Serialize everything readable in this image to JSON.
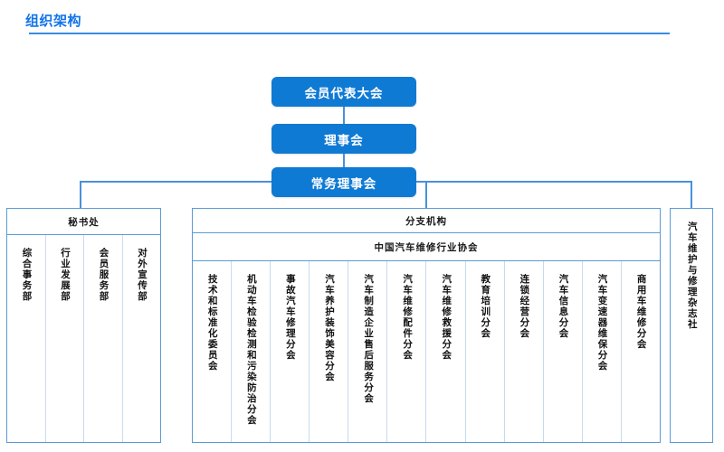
{
  "page": {
    "title": "组织架构"
  },
  "colors": {
    "accent": "#1273ea",
    "node_fill": "#0f7ad4",
    "border": "#5b9bd5",
    "rule": "#3a8ce0"
  },
  "hierarchy": {
    "assembly": "会员代表大会",
    "council": "理事会",
    "standing_council": "常务理事会"
  },
  "secretariat": {
    "header": "秘书处",
    "departments": [
      "综合事务部",
      "行业发展部",
      "会员服务部",
      "对外宣传部"
    ]
  },
  "branches": {
    "header": "分支机构",
    "subheader": "中国汽车维修行业协会",
    "items": [
      "技术和标准化委员会",
      "机动车检验检测和污染防治分会",
      "事故汽车修理分会",
      "汽车养护装饰美容分会",
      "汽车制造企业售后服务分会",
      "汽车维修配件分会",
      "汽车维修救援分会",
      "教育培训分会",
      "连锁经营分会",
      "汽车信息分会",
      "汽车变速器维保分会",
      "商用车维修分会"
    ]
  },
  "magazine": {
    "name": "汽车维护与修理杂志社"
  }
}
